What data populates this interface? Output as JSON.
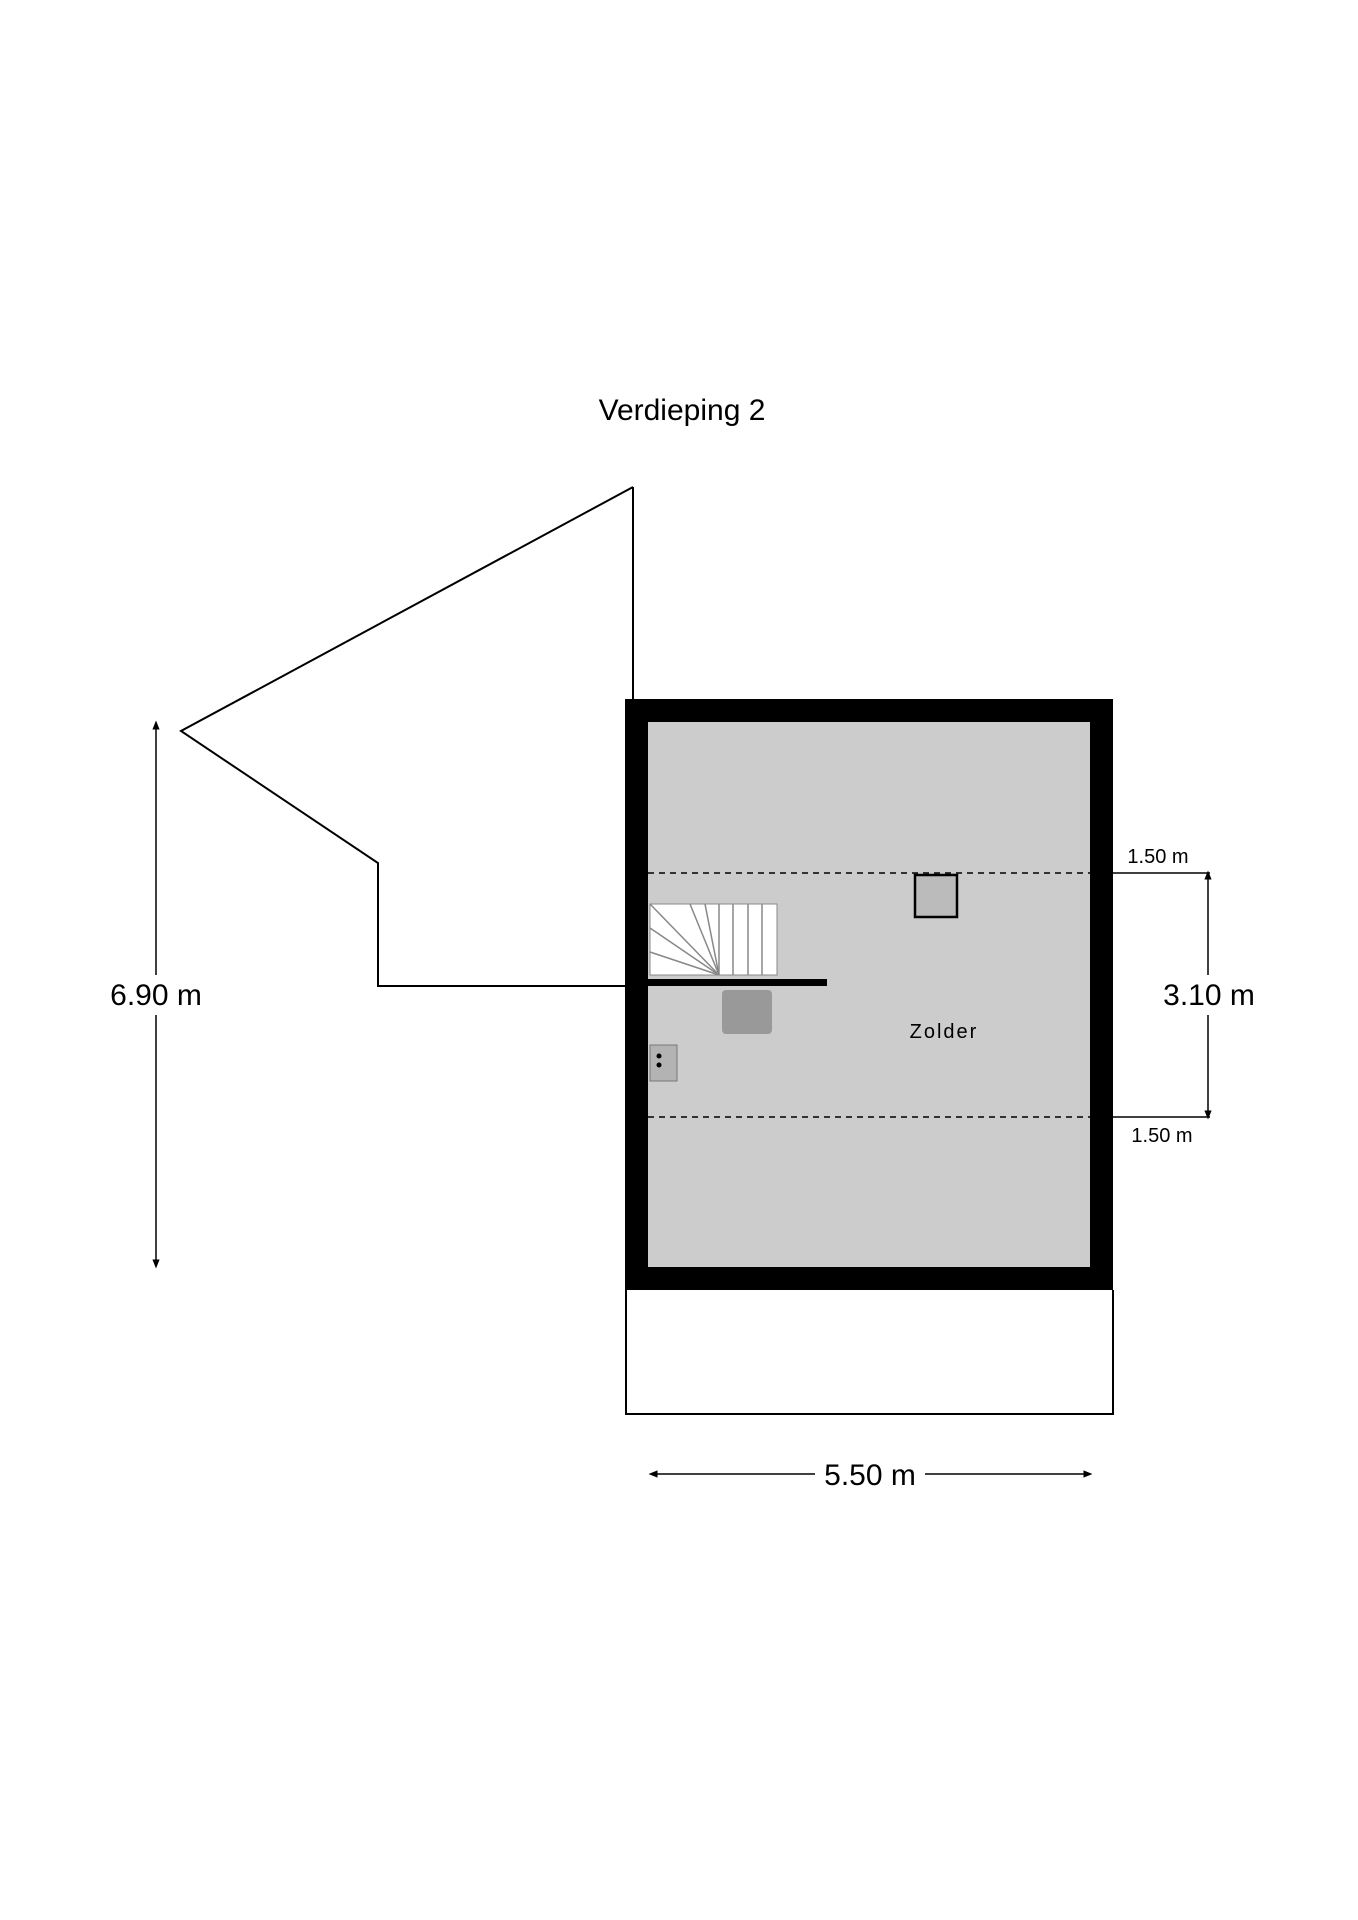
{
  "floor_title": "Verdieping 2",
  "room_name": "Zolder",
  "dimensions": {
    "height_total": "6.90 m",
    "width_total": "5.50 m",
    "headroom_zone": "3.10 m",
    "slope_top": "1.50 m",
    "slope_bottom": "1.50 m"
  },
  "colors": {
    "wall": "#000000",
    "floor": "#cccccc",
    "fixture": "#999999",
    "line": "#000000"
  }
}
